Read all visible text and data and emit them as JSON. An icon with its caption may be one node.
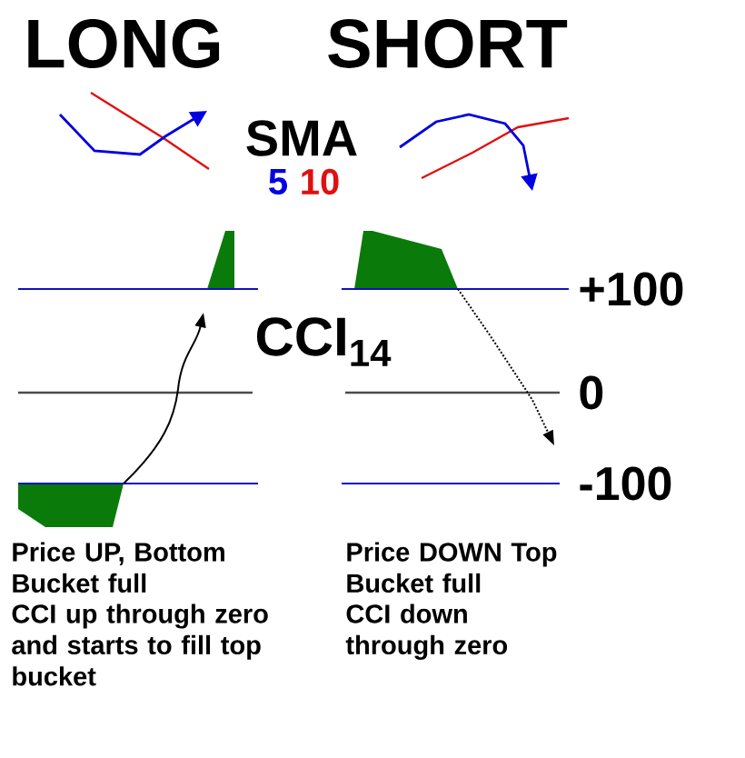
{
  "diagram": {
    "labels": [
      "LONG",
      "SHORT",
      "SMA",
      "5",
      "10",
      "CCI$_{14}$",
      "+100",
      "0",
      "-100",
      "Price UP, Bottom Bucket full",
      "CCI up through zero and starts to fill top bucket",
      "Price DOWN Top Bucket full",
      "CCI down through zero"
    ]
  }
}
